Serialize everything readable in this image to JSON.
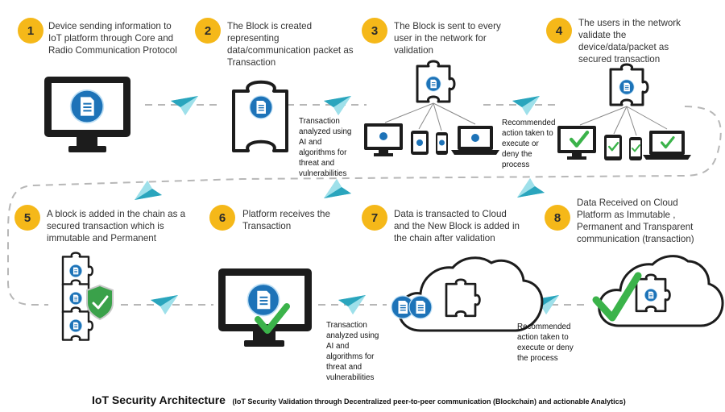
{
  "steps": [
    {
      "num": "1",
      "text": "Device sending information to IoT platform through Core and Radio Communication Protocol"
    },
    {
      "num": "2",
      "text": "The Block is created representing data/communication packet as Transaction"
    },
    {
      "num": "3",
      "text": "The Block is sent to every user in the network for validation"
    },
    {
      "num": "4",
      "text": "The users in the network validate the device/data/packet as secured transaction"
    },
    {
      "num": "5",
      "text": "A block is added in the chain as a secured transaction which is immutable and Permanent"
    },
    {
      "num": "6",
      "text": "Platform receives the Transaction"
    },
    {
      "num": "7",
      "text": "Data is transacted to Cloud and the New Block is added in the chain after validation"
    },
    {
      "num": "8",
      "text": "Data Received on Cloud Platform as Immutable , Permanent and Transparent communication (transaction)"
    }
  ],
  "notes": {
    "analysis_top": "Transaction analyzed using AI and algorithms for threat and vulnerabilities",
    "action_top": "Recommended action taken to execute or deny the process",
    "analysis_bottom": "Transaction analyzed using AI and algorithms for threat and vulnerabilities",
    "action_bottom": "Recommended action taken to execute or deny the process"
  },
  "footer": {
    "title": "IoT Security Architecture",
    "subtitle": "(IoT Security Validation through Decentralized peer-to-peer communication (Blockchain) and actionable Analytics)"
  },
  "colors": {
    "badge": "#f5b819",
    "doc_blue": "#1d73b8",
    "monitor": "#1c1c1c",
    "arrow_teal": "#33b5c9",
    "check_green": "#3bb34a",
    "shield_green": "#3aa14a",
    "dash_gray": "#b7b7b7"
  },
  "icons": [
    "monitor-icon",
    "puzzle-block-icon",
    "document-icon",
    "paper-plane-icon",
    "laptop-icon",
    "tablet-icon",
    "phone-icon",
    "cloud-icon",
    "checkmark-icon",
    "shield-icon"
  ]
}
